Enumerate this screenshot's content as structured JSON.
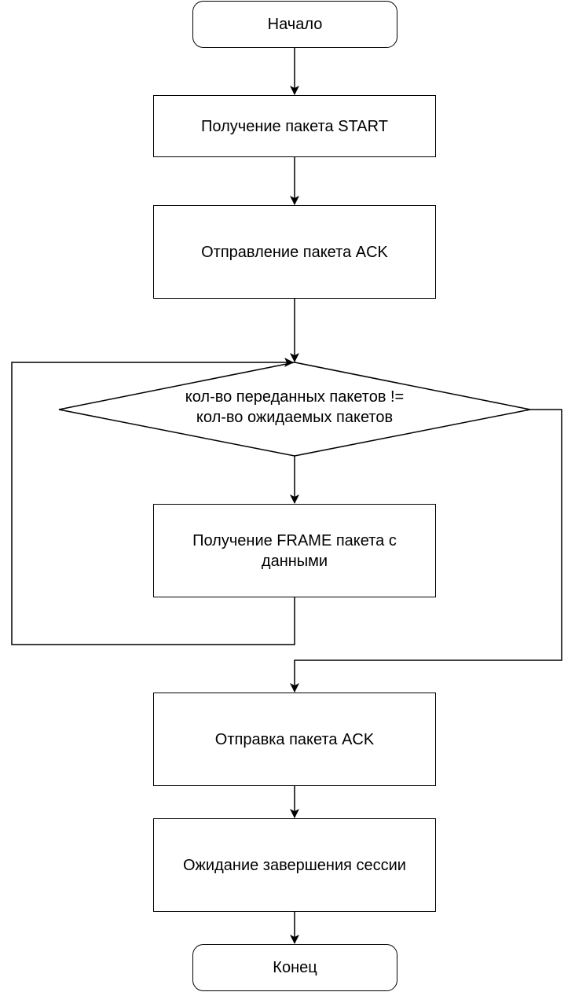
{
  "nodes": {
    "start": "Начало",
    "receive_start": "Получение пакета START",
    "send_ack": "Отправление пакета ACK",
    "condition_line1": "кол-во переданных пакетов !=",
    "condition_line2": "кол-во ожидаемых пакетов",
    "receive_frame": "Получение FRAME пакета с данными",
    "send_ack_final": "Отправка пакета ACK",
    "wait_session_end": "Ожидание завершения сессии",
    "end": "Конец"
  },
  "colors": {
    "stroke": "#000000",
    "fill": "#ffffff"
  }
}
